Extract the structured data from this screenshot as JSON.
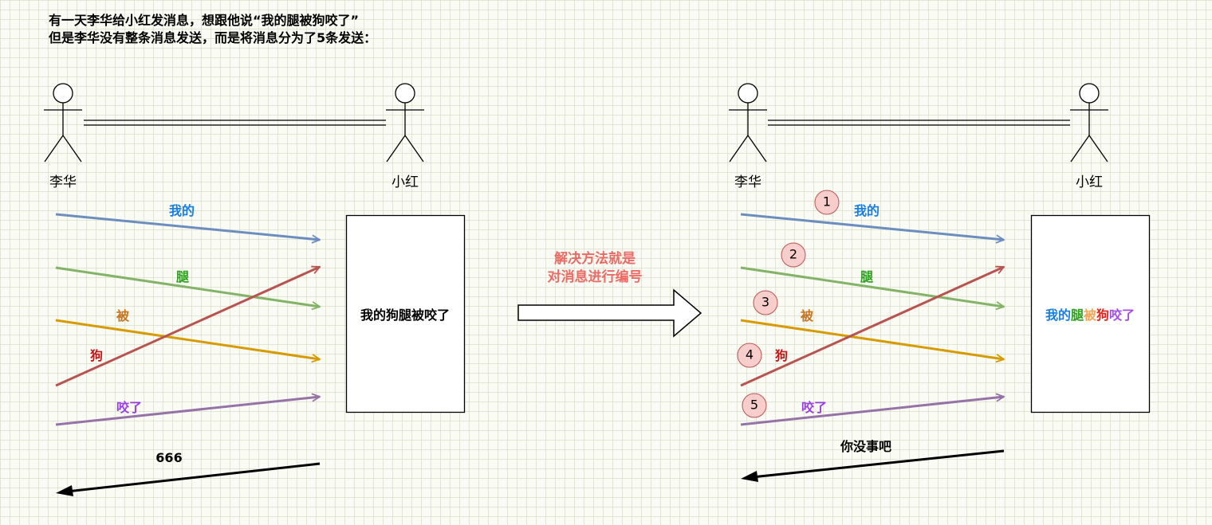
{
  "intro": {
    "line1": "有一天李华给小红发消息，想跟他说“我的腿被狗咬了”",
    "line2": "但是李华没有整条消息发送，而是将消息分为了5条发送："
  },
  "actors": {
    "sender": "李华",
    "receiver": "小红"
  },
  "left_scenario": {
    "messages": {
      "m1": "我的",
      "m2": "腿",
      "m3": "被",
      "m4": "狗",
      "m5": "咬了"
    },
    "received": "我的狗腿被咬了",
    "reply": "666"
  },
  "solution": {
    "line1": "解决方法就是",
    "line2": "对消息进行编号"
  },
  "right_scenario": {
    "badges": {
      "b1": "1",
      "b2": "2",
      "b3": "3",
      "b4": "4",
      "b5": "5"
    },
    "messages": {
      "m1": "我的",
      "m2": "腿",
      "m3": "被",
      "m4": "狗",
      "m5": "咬了"
    },
    "received": {
      "p1": "我的",
      "p2": "腿",
      "p3": "被",
      "p4": "狗",
      "p5": "咬了"
    },
    "reply": "你没事吧"
  },
  "colors": {
    "msg1": "#1a7ee0",
    "msg2": "#2e9e1f",
    "msg3": "#c7741a",
    "msg4": "#c01818",
    "msg5": "#9a3ee0",
    "line1": "#6c8ebf",
    "line2": "#82b366",
    "line3": "#d79b00",
    "line4": "#b85450",
    "line5": "#9673a6",
    "received_p3": "#f2a55a",
    "received_p4": "#e0241c",
    "received_p5": "#a64de8",
    "solution_text": "#ea6b66",
    "badge_fill": "#f8cecc",
    "badge_stroke": "#b85450"
  }
}
